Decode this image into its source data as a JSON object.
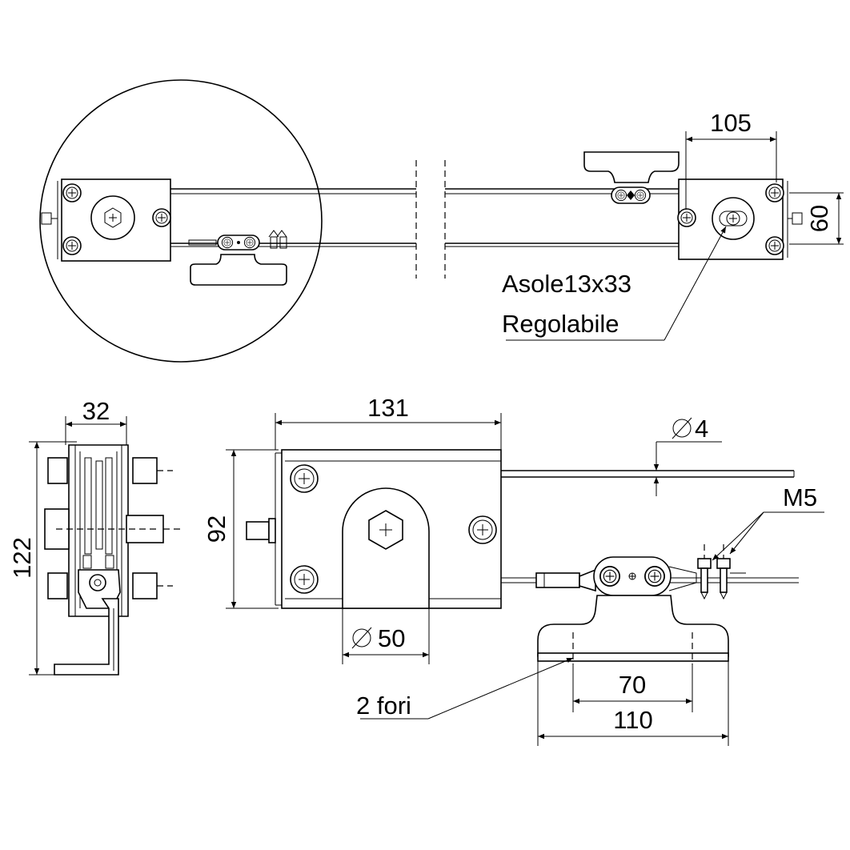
{
  "dimensions": {
    "d105": "105",
    "d60": "60",
    "d32": "32",
    "d122": "122",
    "d131": "131",
    "d92": "92",
    "d4": "4",
    "d50": "50",
    "d70": "70",
    "d110": "110"
  },
  "notes": {
    "slot_line1": "Asole13x33",
    "slot_line2": "Regolabile",
    "holes": "2 fori",
    "screw": "M5"
  },
  "symbols": {
    "diameter": "diameter-symbol"
  }
}
